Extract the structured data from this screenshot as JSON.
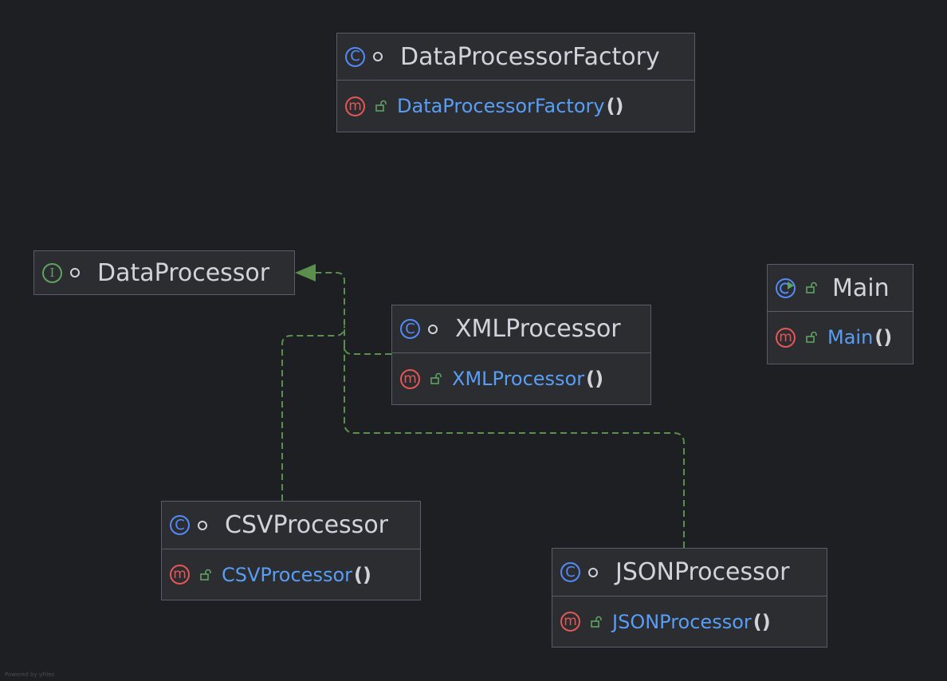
{
  "diagram": {
    "colors": {
      "background": "#1e1f22",
      "node_fill": "#2b2d30",
      "node_border": "#5a5d63",
      "class_icon": "#548af7",
      "interface_icon": "#5fa362",
      "method_icon": "#e55757",
      "method_name": "#589df6",
      "edge": "#5a8f4e"
    },
    "nodes": {
      "factory": {
        "icon": "class-icon",
        "name": "DataProcessorFactory",
        "method": "DataProcessorFactory",
        "method_icon": "method-icon",
        "access_icon": "public-lock-icon"
      },
      "interface": {
        "icon": "interface-icon",
        "name": "DataProcessor"
      },
      "xml": {
        "icon": "class-icon",
        "name": "XMLProcessor",
        "method": "XMLProcessor",
        "method_icon": "method-icon",
        "access_icon": "public-lock-icon"
      },
      "main": {
        "icon": "runnable-class-icon",
        "name": "Main",
        "method": "Main",
        "method_icon": "method-icon",
        "access_icon": "public-lock-icon"
      },
      "csv": {
        "icon": "class-icon",
        "name": "CSVProcessor",
        "method": "CSVProcessor",
        "method_icon": "method-icon",
        "access_icon": "public-lock-icon"
      },
      "json": {
        "icon": "class-icon",
        "name": "JSONProcessor",
        "method": "JSONProcessor",
        "method_icon": "method-icon",
        "access_icon": "public-lock-icon"
      }
    },
    "edges": [
      {
        "from": "XMLProcessor",
        "to": "DataProcessor",
        "type": "implements"
      },
      {
        "from": "CSVProcessor",
        "to": "DataProcessor",
        "type": "implements"
      },
      {
        "from": "JSONProcessor",
        "to": "DataProcessor",
        "type": "implements"
      }
    ],
    "symbols": {
      "class": "C",
      "interface": "I",
      "method": "m",
      "parens": "()"
    },
    "watermark": "Powered by yFiles"
  }
}
